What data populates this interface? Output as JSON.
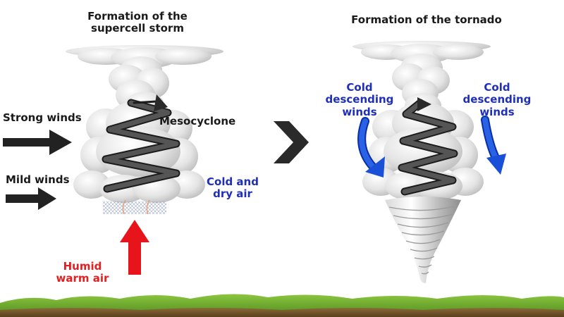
{
  "left_panel": {
    "title_line1": "Formation of the",
    "title_line2": "supercell storm",
    "strong_winds": "Strong winds",
    "mild_winds": "Mild winds",
    "mesocyclone": "Mesocyclone",
    "cold_dry_line1": "Cold and",
    "cold_dry_line2": "dry air",
    "humid_line1": "Humid",
    "humid_line2": "warm air"
  },
  "right_panel": {
    "title": "Formation of the tornado",
    "cold_desc_left": [
      "Cold",
      "descending",
      "winds"
    ],
    "cold_desc_right": [
      "Cold",
      "descending",
      "winds"
    ]
  },
  "colors": {
    "cloud": "#e6e6e6",
    "spiral": "#3a3a3a",
    "wind_arrow": "#222222",
    "warm_air": "#e8141c",
    "cold_air": "#1f2fb8",
    "descending_arrow": "#1a4fd8",
    "grass": "#6aa62a",
    "soil": "#7a5a2e"
  }
}
